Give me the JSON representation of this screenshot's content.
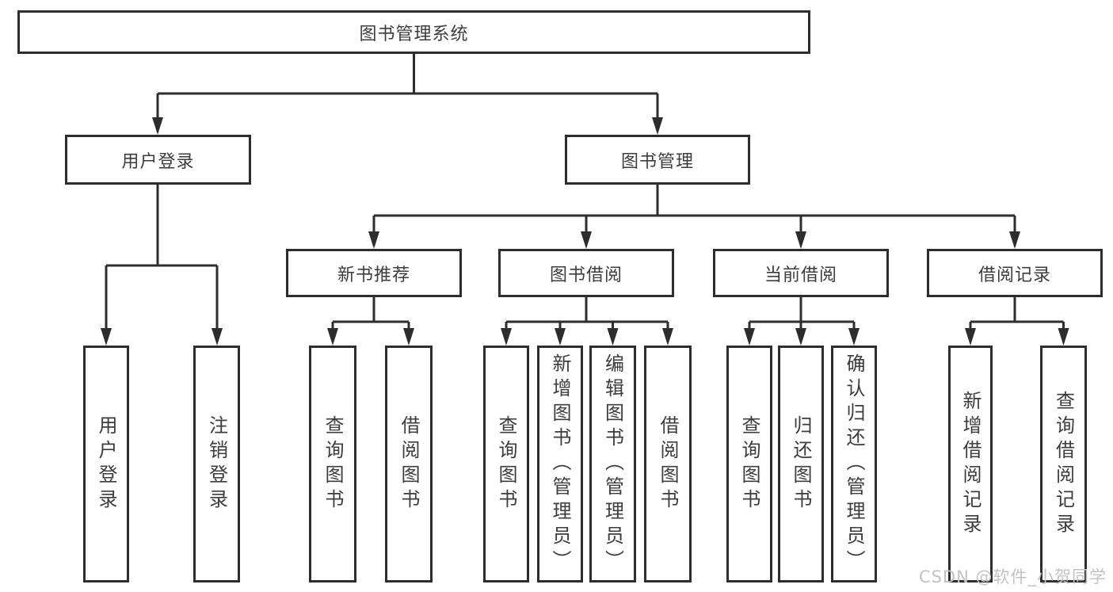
{
  "diagram": {
    "root": {
      "label": "图书管理系统"
    },
    "level2": [
      {
        "label": "用户登录"
      },
      {
        "label": "图书管理"
      }
    ],
    "level3": [
      {
        "label": "新书推荐"
      },
      {
        "label": "图书借阅"
      },
      {
        "label": "当前借阅"
      },
      {
        "label": "借阅记录"
      }
    ],
    "leaves": [
      {
        "label": "用户登录"
      },
      {
        "label": "注销登录"
      },
      {
        "label": "查询图书"
      },
      {
        "label": "借阅图书"
      },
      {
        "label": "查询图书"
      },
      {
        "label": "新增图书（管理员）"
      },
      {
        "label": "编辑图书（管理员）"
      },
      {
        "label": "借阅图书"
      },
      {
        "label": "查询图书"
      },
      {
        "label": "归还图书"
      },
      {
        "label": "确认归还（管理员）"
      },
      {
        "label": "新增借阅记录"
      },
      {
        "label": "查询借阅记录"
      }
    ],
    "watermark": "CSDN @软件_小贺同学",
    "colors": {
      "line": "#2d2d2d",
      "text": "#3c3c3c",
      "watermark": "#c3c3c3",
      "background": "#ffffff"
    }
  }
}
